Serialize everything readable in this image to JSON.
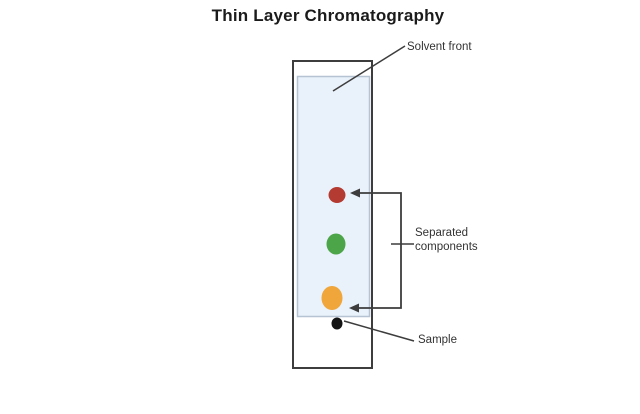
{
  "title": "Thin Layer Chromatography",
  "diagram": {
    "line_color": "#3d3d3d",
    "text_color": "#333333",
    "plate": {
      "fill": "#ffffff",
      "border": "#3d3d3d"
    },
    "solvent": {
      "fill": "#e9f1fa",
      "border": "#b6c3d2"
    },
    "labels": {
      "solvent_front": "Solvent front",
      "separated_line1": "Separated",
      "separated_line2": "components",
      "sample": "Sample"
    },
    "spots": [
      {
        "name": "red-spot",
        "color": "#b43b31"
      },
      {
        "name": "green-spot",
        "color": "#4da549"
      },
      {
        "name": "orange-spot",
        "color": "#f0a63a"
      },
      {
        "name": "sample-spot",
        "color": "#141414"
      }
    ]
  }
}
